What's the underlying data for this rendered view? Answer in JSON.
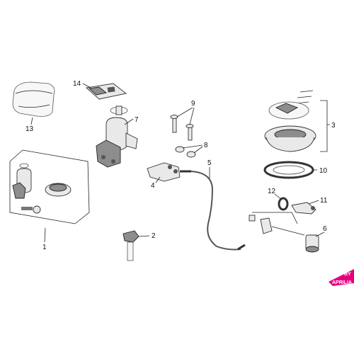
{
  "labels": {
    "l1": "1",
    "l2": "2",
    "l3": "3",
    "l4": "4",
    "l5": "5",
    "l6": "6",
    "l7": "7",
    "l8": "8",
    "l9": "9",
    "l10": "10",
    "l11": "11",
    "l12": "12",
    "l13": "13",
    "l14": "14"
  },
  "logo": {
    "line1": "BY",
    "line2": "APRILIA",
    "color": "#e6007e"
  }
}
